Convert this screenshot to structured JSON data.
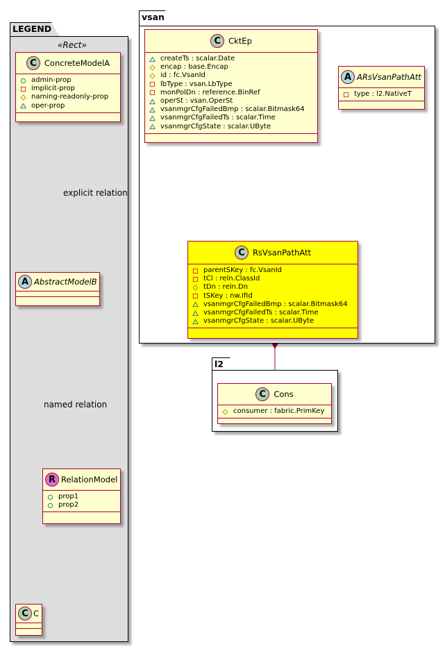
{
  "colors": {
    "class_fill": "#fefece",
    "class_border": "#a80036",
    "highlight_fill": "#ffff00",
    "legend_fill": "#dddddd",
    "edge": "#a80036",
    "vis_public": "#038048",
    "vis_private": "#c82930",
    "vis_protected": "#b38d22",
    "vis_package": "#1963a0"
  },
  "legend": {
    "package_name": "LEGEND",
    "stereotype": "«Rect»",
    "concrete": {
      "spot": "C",
      "name": "ConcreteModelA",
      "attributes": [
        {
          "vis": "public",
          "text": "admin-prop"
        },
        {
          "vis": "private",
          "text": "implicit-prop"
        },
        {
          "vis": "protected",
          "text": "naming-readonly-prop"
        },
        {
          "vis": "package",
          "text": "oper-prop"
        }
      ]
    },
    "abstract": {
      "spot": "A",
      "name": "AbstractModelB"
    },
    "relation_model": {
      "spot": "R",
      "name": "RelationModel",
      "attributes": [
        {
          "vis": "public",
          "text": "prop1"
        },
        {
          "vis": "public",
          "text": "prop2"
        }
      ]
    },
    "c_class": {
      "spot": "C",
      "name": "C"
    },
    "explicit_relation_label": "explicit relation",
    "named_relation_label": "named relation"
  },
  "vsan": {
    "package_name": "vsan",
    "cktep": {
      "spot": "C",
      "name": "CktEp",
      "attributes": [
        {
          "vis": "package",
          "text": "createTs : scalar.Date"
        },
        {
          "vis": "protected",
          "text": "encap : base.Encap"
        },
        {
          "vis": "protected",
          "text": "id : fc.VsanId"
        },
        {
          "vis": "private",
          "text": "lbType : vsan.LbType"
        },
        {
          "vis": "private",
          "text": "monPolDn : reference.BinRef"
        },
        {
          "vis": "package",
          "text": "operSt : vsan.OperSt"
        },
        {
          "vis": "package",
          "text": "vsanmgrCfgFailedBmp : scalar.Bitmask64"
        },
        {
          "vis": "package",
          "text": "vsanmgrCfgFailedTs : scalar.Time"
        },
        {
          "vis": "package",
          "text": "vsanmgrCfgState : scalar.UByte"
        }
      ]
    },
    "abstract_path": {
      "spot": "A",
      "name": "ARsVsanPathAtt",
      "attributes": [
        {
          "vis": "private",
          "text": "type : l2.NativeT"
        }
      ]
    },
    "rs_path": {
      "spot": "C",
      "name": "RsVsanPathAtt",
      "attributes": [
        {
          "vis": "private",
          "text": "parentSKey : fc.VsanId"
        },
        {
          "vis": "private",
          "text": "tCl : reln.ClassId"
        },
        {
          "vis": "protected",
          "text": "tDn : reln.Dn"
        },
        {
          "vis": "private",
          "text": "tSKey : nw.IfId"
        },
        {
          "vis": "package",
          "text": "vsanmgrCfgFailedBmp : scalar.Bitmask64"
        },
        {
          "vis": "package",
          "text": "vsanmgrCfgFailedTs : scalar.Time"
        },
        {
          "vis": "package",
          "text": "vsanmgrCfgState : scalar.UByte"
        }
      ]
    }
  },
  "l2": {
    "package_name": "l2",
    "cons": {
      "spot": "C",
      "name": "Cons",
      "attributes": [
        {
          "vis": "protected",
          "text": "consumer : fabric.PrimKey"
        }
      ]
    }
  }
}
